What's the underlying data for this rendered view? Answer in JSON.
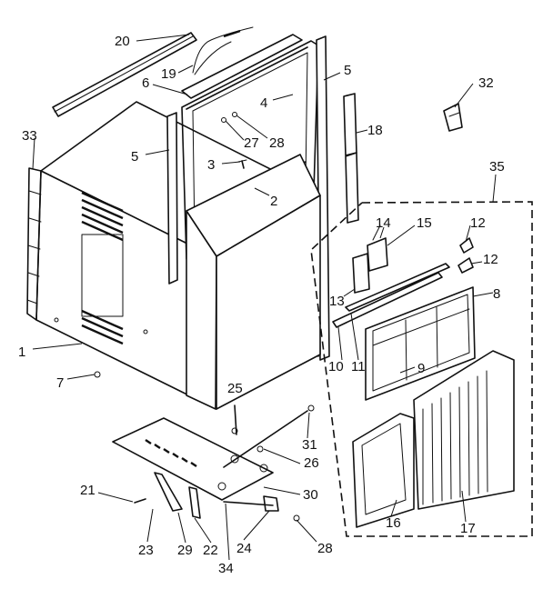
{
  "diagram": {
    "callouts": [
      {
        "id": "c1",
        "text": "1"
      },
      {
        "id": "c2",
        "text": "2"
      },
      {
        "id": "c3",
        "text": "3"
      },
      {
        "id": "c4",
        "text": "4"
      },
      {
        "id": "c5a",
        "text": "5"
      },
      {
        "id": "c5b",
        "text": "5"
      },
      {
        "id": "c6",
        "text": "6"
      },
      {
        "id": "c7",
        "text": "7"
      },
      {
        "id": "c8",
        "text": "8"
      },
      {
        "id": "c9",
        "text": "9"
      },
      {
        "id": "c10",
        "text": "10"
      },
      {
        "id": "c11",
        "text": "11"
      },
      {
        "id": "c12a",
        "text": "12"
      },
      {
        "id": "c12b",
        "text": "12"
      },
      {
        "id": "c13",
        "text": "13"
      },
      {
        "id": "c14",
        "text": "14"
      },
      {
        "id": "c15",
        "text": "15"
      },
      {
        "id": "c16",
        "text": "16"
      },
      {
        "id": "c17",
        "text": "17"
      },
      {
        "id": "c18",
        "text": "18"
      },
      {
        "id": "c19",
        "text": "19"
      },
      {
        "id": "c20",
        "text": "20"
      },
      {
        "id": "c21",
        "text": "21"
      },
      {
        "id": "c22",
        "text": "22"
      },
      {
        "id": "c23",
        "text": "23"
      },
      {
        "id": "c24",
        "text": "24"
      },
      {
        "id": "c25",
        "text": "25"
      },
      {
        "id": "c26",
        "text": "26"
      },
      {
        "id": "c27",
        "text": "27"
      },
      {
        "id": "c28a",
        "text": "28"
      },
      {
        "id": "c28b",
        "text": "28"
      },
      {
        "id": "c29",
        "text": "29"
      },
      {
        "id": "c30",
        "text": "30"
      },
      {
        "id": "c31",
        "text": "31"
      },
      {
        "id": "c32",
        "text": "32"
      },
      {
        "id": "c33",
        "text": "33"
      },
      {
        "id": "c34",
        "text": "34"
      },
      {
        "id": "c35",
        "text": "35"
      }
    ]
  }
}
